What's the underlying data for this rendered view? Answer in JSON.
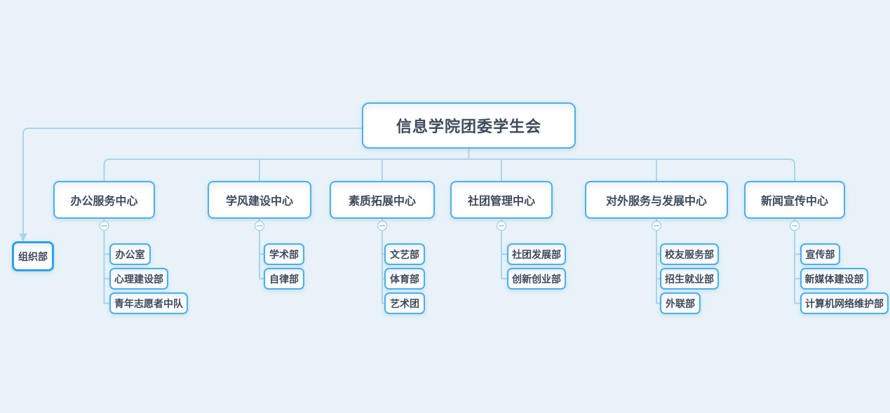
{
  "colors": {
    "background": "#e8f2f8",
    "node_border": "#45b2ef",
    "selected_node_border": "#2aa2f4",
    "connector": "#a9d5ec",
    "text": "#3d4a5c"
  },
  "root": {
    "label": "信息学院团委学生会"
  },
  "detached_node": {
    "label": "组织部"
  },
  "branches": [
    {
      "label": "办公服务中心",
      "children": [
        "办公室",
        "心理建设部",
        "青年志愿者中队"
      ]
    },
    {
      "label": "学风建设中心",
      "children": [
        "学术部",
        "自律部"
      ]
    },
    {
      "label": "素质拓展中心",
      "children": [
        "文艺部",
        "体育部",
        "艺术团"
      ]
    },
    {
      "label": "社团管理中心",
      "children": [
        "社团发展部",
        "创新创业部"
      ]
    },
    {
      "label": "对外服务与发展中心",
      "children": [
        "校友服务部",
        "招生就业部",
        "外联部"
      ]
    },
    {
      "label": "新闻宣传中心",
      "children": [
        "宣传部",
        "新媒体建设部",
        "计算机网络维护部"
      ]
    }
  ]
}
